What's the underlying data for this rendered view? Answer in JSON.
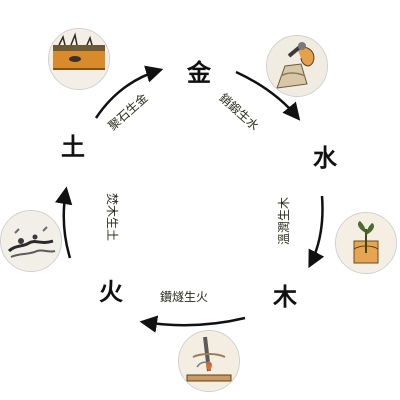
{
  "elements": {
    "metal": "金",
    "water": "水",
    "wood": "木",
    "fire": "火",
    "earth": "土"
  },
  "relations": {
    "earth_to_metal": "聚石生金",
    "metal_to_water": "銷鍛生水",
    "water_to_wood": "溫潤生木",
    "wood_to_fire": "鑽燧生火",
    "fire_to_earth": "焚木生土"
  },
  "icons": {
    "earth": "soil-layer-icon",
    "metal": "metal-forging-icon",
    "water_wood": "sprout-in-water-icon",
    "wood_fire": "fire-drill-icon",
    "fire_earth": "ash-and-char-icon"
  },
  "colors": {
    "arrow": "#111111",
    "element_text": "#111111",
    "label_text": "#2b2b1c",
    "icon_border": "#cfcfcf"
  }
}
